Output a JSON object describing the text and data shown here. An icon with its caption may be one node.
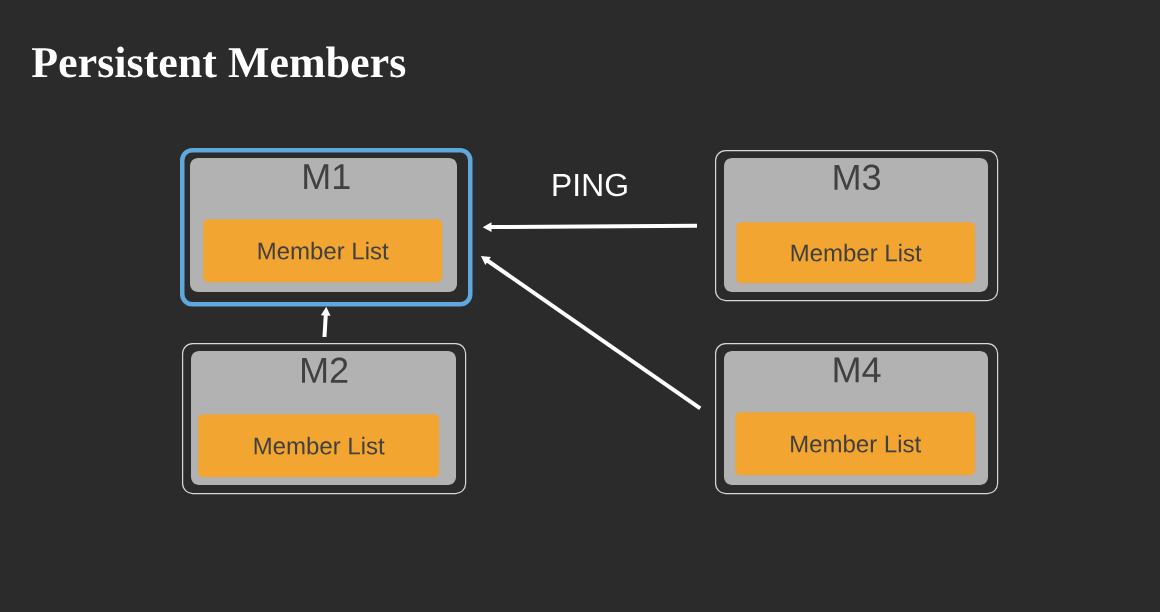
{
  "diagram": {
    "title": "Persistent Members",
    "nodes": [
      {
        "text": [
          "M1"
        ]
      },
      {
        "text": [
          "Member List"
        ],
        "in": 0
      },
      {
        "text": [
          "M3"
        ]
      },
      {
        "text": [
          "Member List"
        ],
        "in": 2
      },
      {
        "text": [
          "M2"
        ]
      },
      {
        "text": [
          "Member List"
        ],
        "in": 4
      },
      {
        "text": [
          "M4"
        ]
      },
      {
        "text": [
          "Member List"
        ],
        "in": 6
      }
    ],
    "edges": [
      {
        "from": 2,
        "to": 0,
        "arrow": "to",
        "label": "PING"
      },
      {
        "from": 4,
        "to": 0,
        "arrow": "to"
      },
      {
        "from": 6,
        "to": 0,
        "arrow": "to"
      }
    ]
  }
}
